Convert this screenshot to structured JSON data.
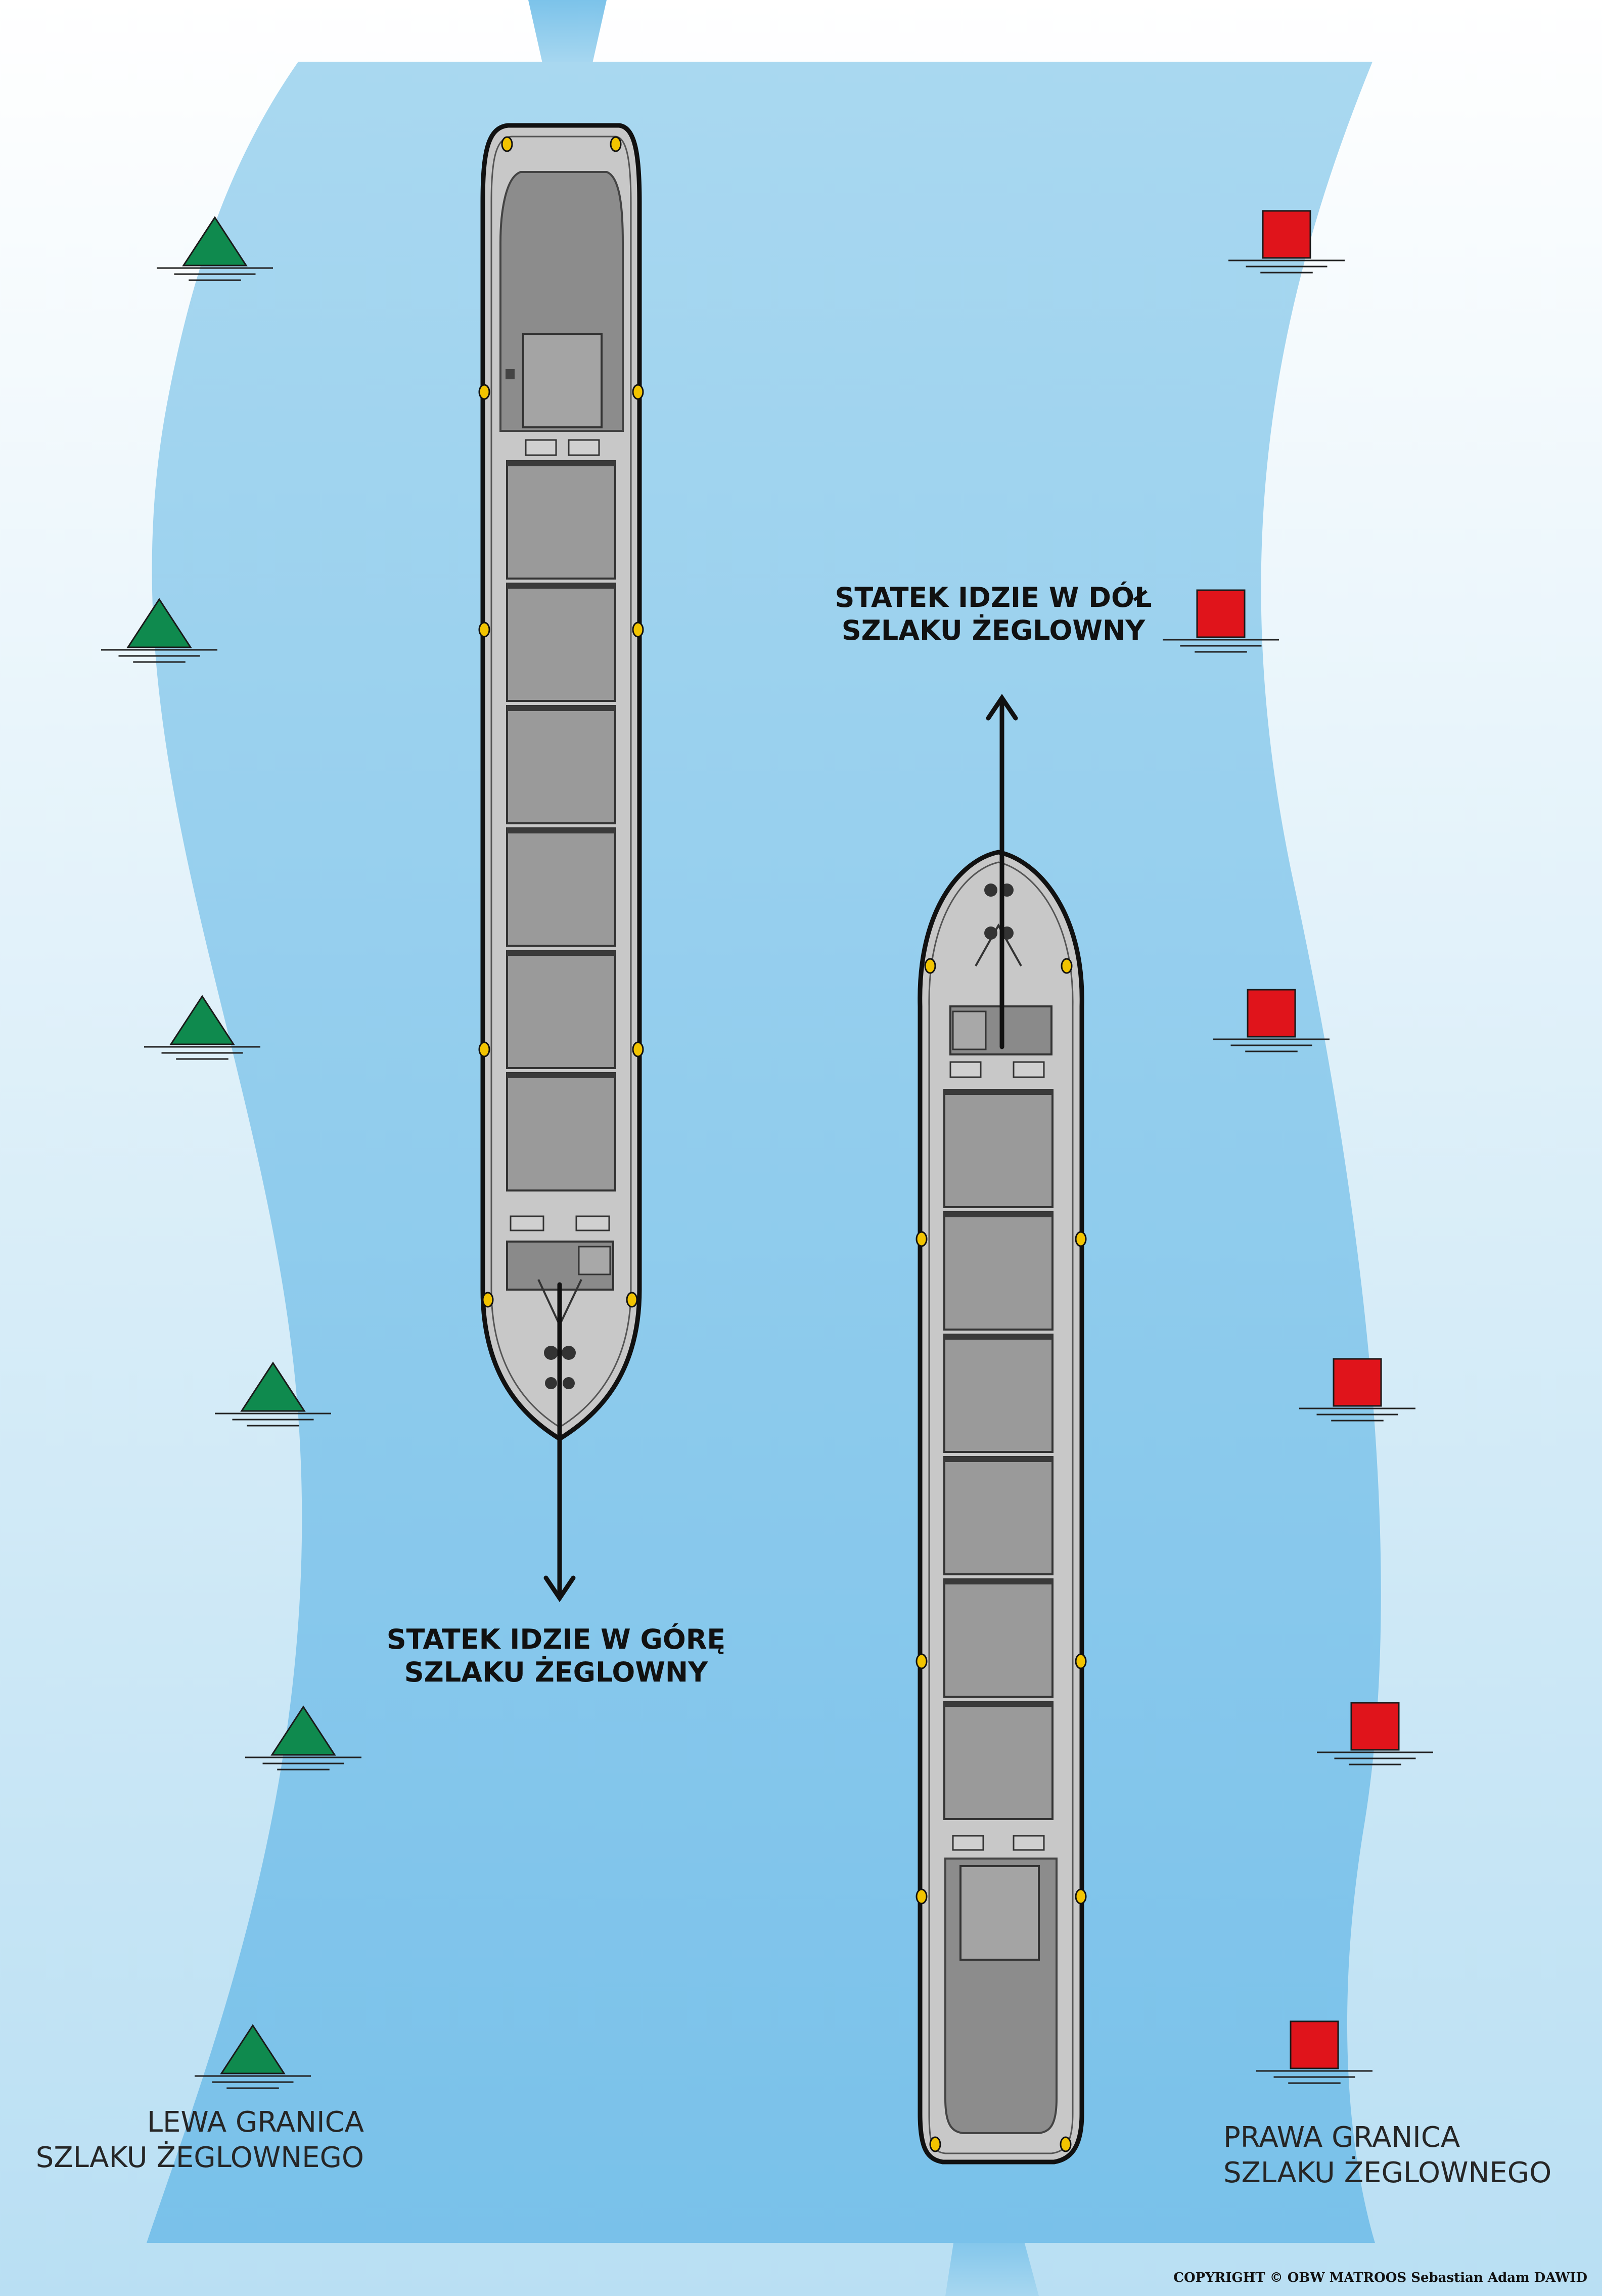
{
  "labels": {
    "ship_up_line1": "STATEK IDZIE W GÓRĘ",
    "ship_up_line2": "SZLAKU ŻEGLOWNY",
    "ship_down_line1": "STATEK IDZIE W DÓŁ",
    "ship_down_line2": "SZLAKU ŻEGLOWNY",
    "left_boundary_line1": "LEWA GRANICA",
    "left_boundary_line2": "SZLAKU ŻEGLOWNEGO",
    "right_boundary_line1": "PRAWA GRANICA",
    "right_boundary_line2": "SZLAKU ŻEGLOWNEGO",
    "copyright": "COPYRIGHT © OBW MATROOS Sebastian Adam DAWID"
  },
  "colors": {
    "water_light": "#a9d8f0",
    "water_deep": "#79c1ea",
    "left_buoy": "#0f8a4e",
    "right_buoy": "#e0141b",
    "hull": "#c8c8c8",
    "hold": "#9a9a9a",
    "arrow": "#111111"
  },
  "buoys": {
    "left_count": 6,
    "left_shape": "green-triangle-icon",
    "right_count": 6,
    "right_shape": "red-square-icon"
  },
  "ships": {
    "left_ship": {
      "direction": "down-arrow-icon",
      "cargo_holds": 6
    },
    "right_ship": {
      "direction": "up-arrow-icon",
      "cargo_holds": 6
    }
  }
}
